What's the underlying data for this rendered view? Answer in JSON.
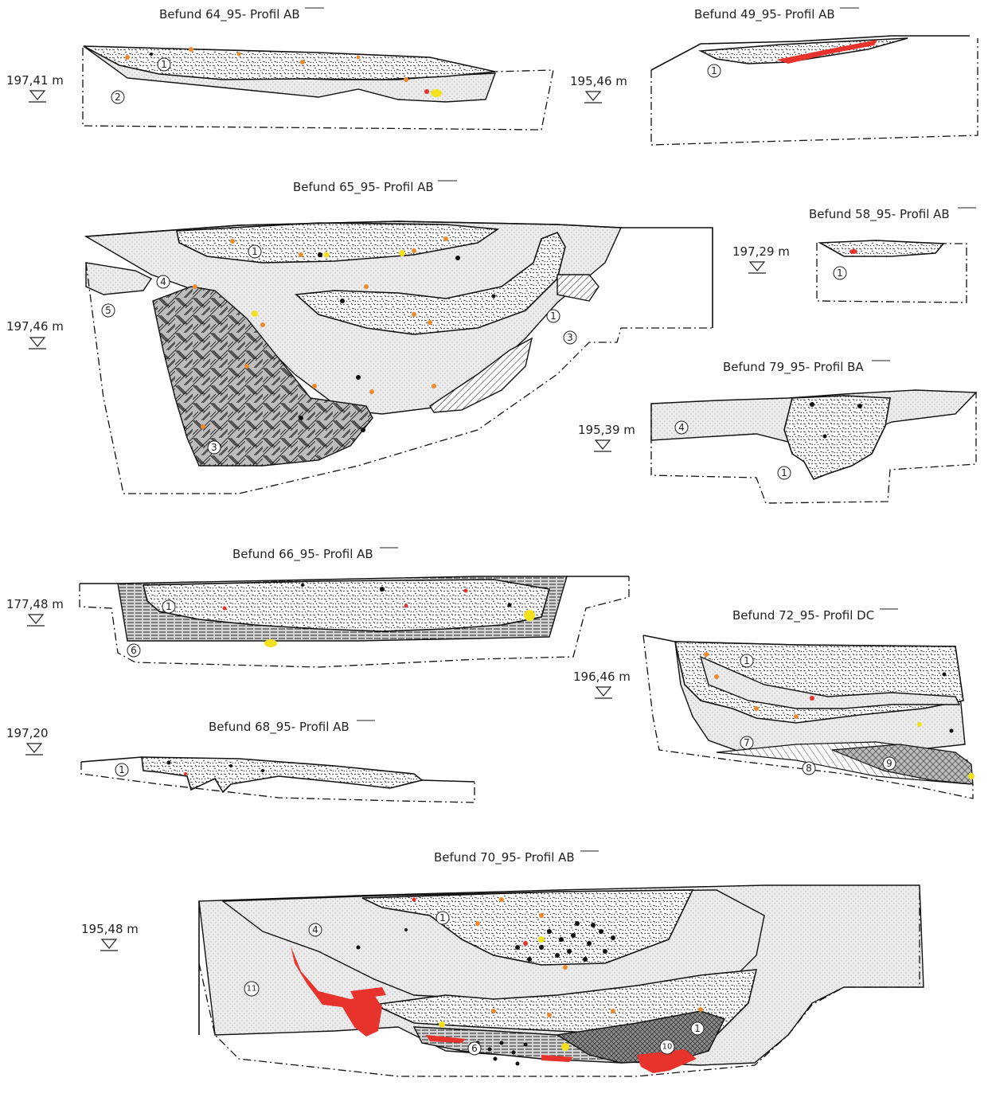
{
  "colors": {
    "red": "#e8322c",
    "orange": "#ee8a2a",
    "yellow": "#f4e11e",
    "black": "#111111"
  },
  "profiles": {
    "p64": {
      "title": "Befund 64_95- Profil AB",
      "elevation": "197,41 m",
      "layers": [
        "1",
        "2"
      ]
    },
    "p49": {
      "title": "Befund 49_95- Profil AB",
      "elevation": "195,46 m",
      "layers": [
        "1"
      ]
    },
    "p65": {
      "title": "Befund 65_95- Profil AB",
      "elevation": "197,46 m",
      "layers": [
        "1",
        "1",
        "3",
        "3",
        "4",
        "5"
      ]
    },
    "p58": {
      "title": "Befund 58_95- Profil AB",
      "elevation": "197,29 m",
      "layers": [
        "1"
      ]
    },
    "p79": {
      "title": "Befund 79_95- Profil BA",
      "elevation": "195,39 m",
      "layers": [
        "1",
        "4"
      ]
    },
    "p66": {
      "title": "Befund 66_95- Profil AB",
      "elevation": "177,48 m",
      "layers": [
        "1",
        "6"
      ]
    },
    "p72": {
      "title": "Befund 72_95- Profil DC",
      "elevation": "196,46 m",
      "layers": [
        "1",
        "7",
        "8",
        "9"
      ]
    },
    "p68": {
      "title": "Befund 68_95- Profil AB",
      "elevation": "197,20",
      "layers": [
        "1"
      ]
    },
    "p70": {
      "title": "Befund 70_95- Profil AB",
      "elevation": "195,48 m",
      "layers": [
        "1",
        "1",
        "4",
        "6",
        "10",
        "11"
      ]
    }
  }
}
